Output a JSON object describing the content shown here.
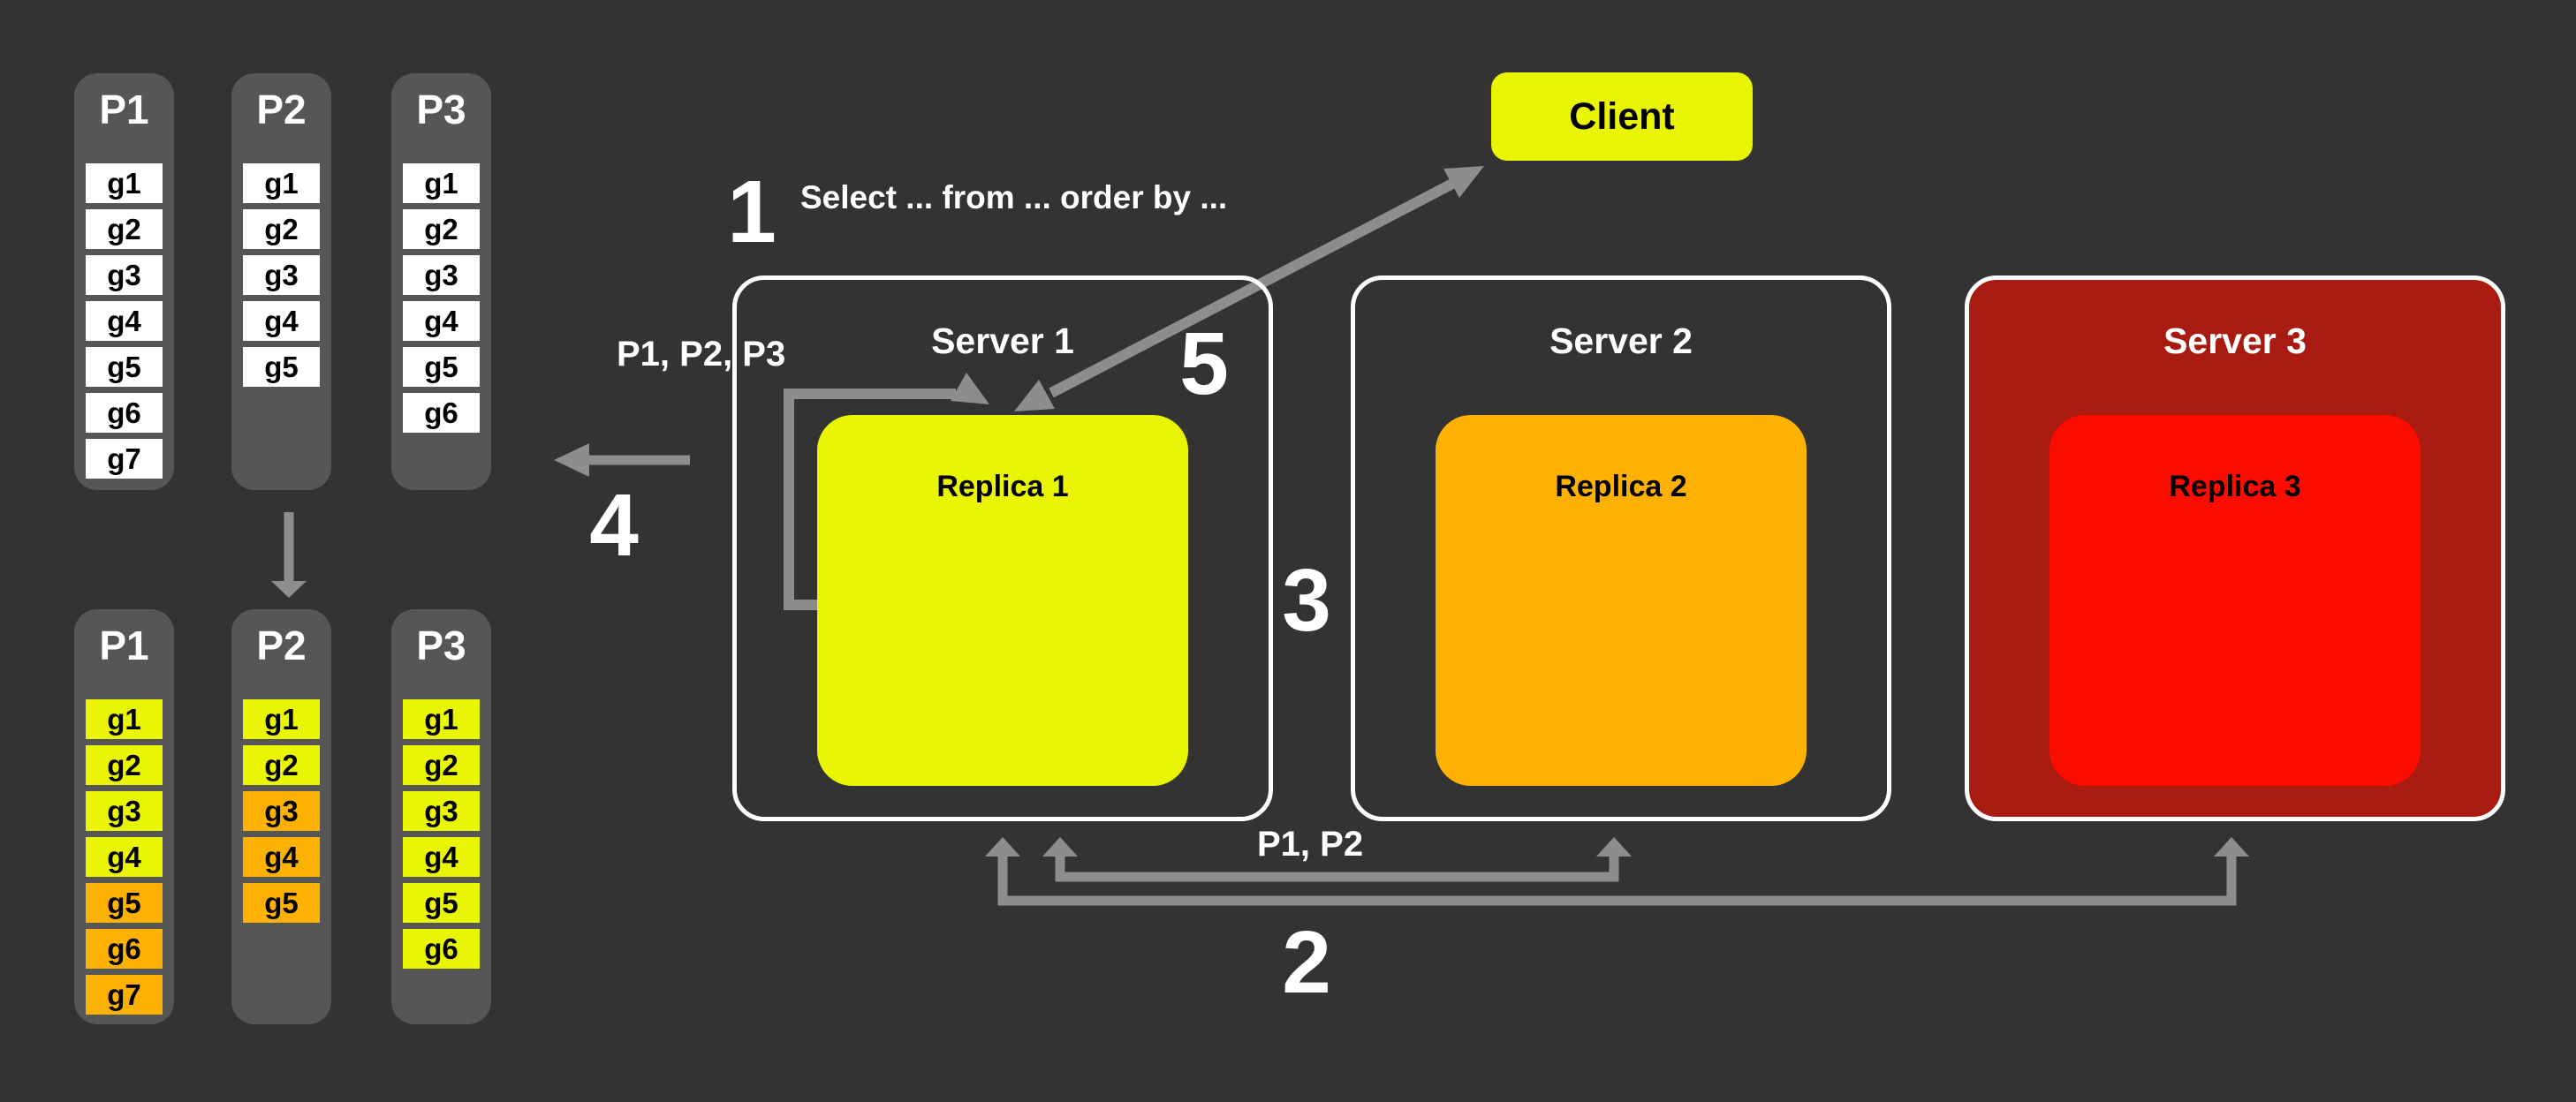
{
  "palette": {
    "background": "#333333",
    "column_gray": "#565656",
    "cell_white": "#ffffff",
    "yellow": "#e9f502",
    "orange": "#fcb103",
    "red": "#fa0d00",
    "dark_red": "#a91b10",
    "arrow_gray": "#8d8d8d",
    "server_border": "#ffffff",
    "text_light": "#ffffff",
    "text_dark": "#000000"
  },
  "partition_groups": {
    "top": {
      "columns": [
        {
          "title": "P1",
          "cells": [
            {
              "label": "g1",
              "color": "white"
            },
            {
              "label": "g2",
              "color": "white"
            },
            {
              "label": "g3",
              "color": "white"
            },
            {
              "label": "g4",
              "color": "white"
            },
            {
              "label": "g5",
              "color": "white"
            },
            {
              "label": "g6",
              "color": "white"
            },
            {
              "label": "g7",
              "color": "white"
            }
          ]
        },
        {
          "title": "P2",
          "cells": [
            {
              "label": "g1",
              "color": "white"
            },
            {
              "label": "g2",
              "color": "white"
            },
            {
              "label": "g3",
              "color": "white"
            },
            {
              "label": "g4",
              "color": "white"
            },
            {
              "label": "g5",
              "color": "white"
            }
          ]
        },
        {
          "title": "P3",
          "cells": [
            {
              "label": "g1",
              "color": "white"
            },
            {
              "label": "g2",
              "color": "white"
            },
            {
              "label": "g3",
              "color": "white"
            },
            {
              "label": "g4",
              "color": "white"
            },
            {
              "label": "g5",
              "color": "white"
            },
            {
              "label": "g6",
              "color": "white"
            }
          ]
        }
      ]
    },
    "bottom": {
      "columns": [
        {
          "title": "P1",
          "cells": [
            {
              "label": "g1",
              "color": "yellow"
            },
            {
              "label": "g2",
              "color": "yellow"
            },
            {
              "label": "g3",
              "color": "yellow"
            },
            {
              "label": "g4",
              "color": "yellow"
            },
            {
              "label": "g5",
              "color": "orange"
            },
            {
              "label": "g6",
              "color": "orange"
            },
            {
              "label": "g7",
              "color": "orange"
            }
          ]
        },
        {
          "title": "P2",
          "cells": [
            {
              "label": "g1",
              "color": "yellow"
            },
            {
              "label": "g2",
              "color": "yellow"
            },
            {
              "label": "g3",
              "color": "orange"
            },
            {
              "label": "g4",
              "color": "orange"
            },
            {
              "label": "g5",
              "color": "orange"
            }
          ]
        },
        {
          "title": "P3",
          "cells": [
            {
              "label": "g1",
              "color": "yellow"
            },
            {
              "label": "g2",
              "color": "yellow"
            },
            {
              "label": "g3",
              "color": "yellow"
            },
            {
              "label": "g4",
              "color": "yellow"
            },
            {
              "label": "g5",
              "color": "yellow"
            },
            {
              "label": "g6",
              "color": "yellow"
            }
          ]
        }
      ]
    }
  },
  "client": {
    "label": "Client"
  },
  "servers": [
    {
      "title": "Server 1",
      "replica_label": "Replica 1",
      "replica_color": "yellow"
    },
    {
      "title": "Server 2",
      "replica_label": "Replica 2",
      "replica_color": "orange"
    },
    {
      "title": "Server 3",
      "replica_label": "Replica 3",
      "replica_color": "red"
    }
  ],
  "steps": [
    {
      "number": "1",
      "text": "Select ... from ... order by ..."
    },
    {
      "number": "2",
      "text": ""
    },
    {
      "number": "3",
      "text": ""
    },
    {
      "number": "4",
      "text": ""
    },
    {
      "number": "5",
      "text": ""
    }
  ],
  "arrow_labels": {
    "to_server1_partitions": "P1, P2, P3",
    "scatter_partitions": "P1, P2"
  }
}
